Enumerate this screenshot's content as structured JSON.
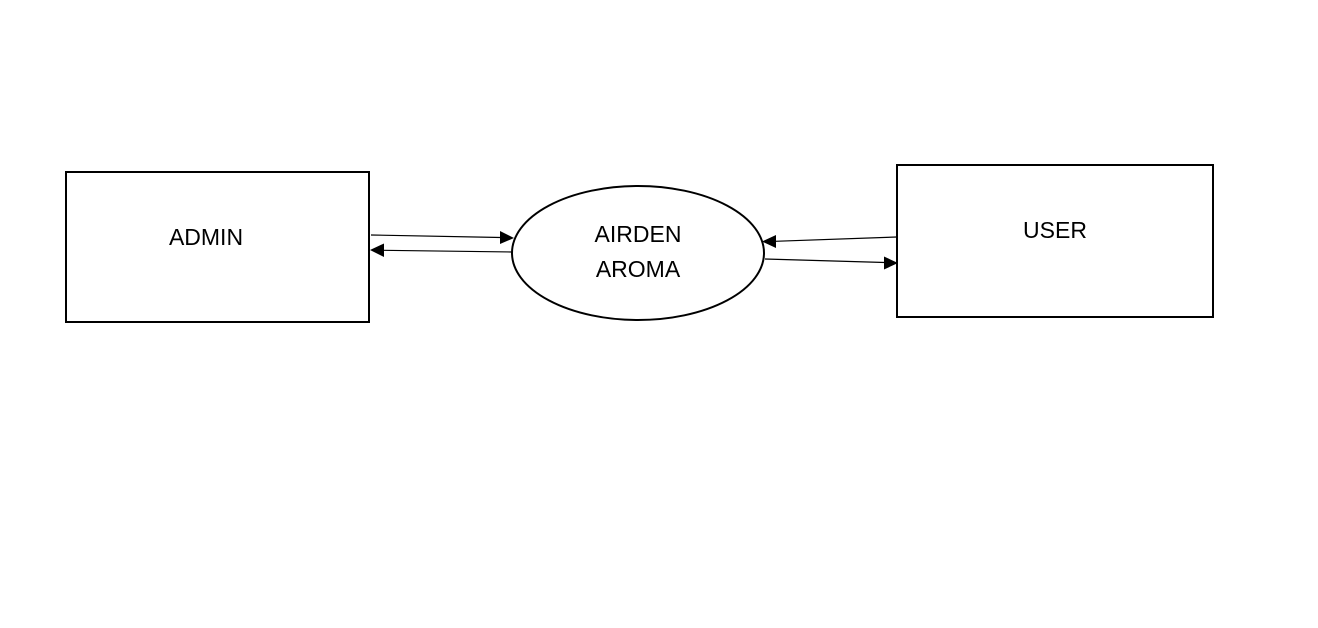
{
  "diagram": {
    "entities": {
      "admin": {
        "label": "ADMIN"
      },
      "user": {
        "label": "USER"
      }
    },
    "process": {
      "line1": "AIRDEN",
      "line2": "AROMA"
    },
    "flows": [
      {
        "from": "ADMIN",
        "to": "AIRDEN AROMA"
      },
      {
        "from": "AIRDEN AROMA",
        "to": "ADMIN"
      },
      {
        "from": "USER",
        "to": "AIRDEN AROMA"
      },
      {
        "from": "AIRDEN AROMA",
        "to": "USER"
      }
    ]
  }
}
